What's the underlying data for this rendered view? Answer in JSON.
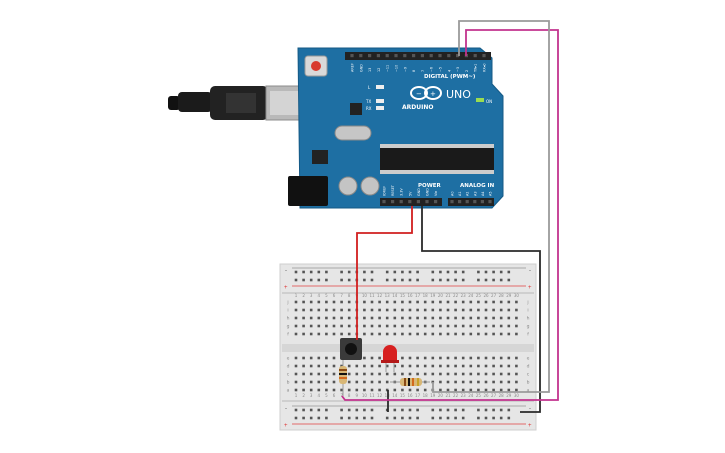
{
  "board": {
    "brand": "ARDUINO",
    "model": "UNO",
    "digital_header": "DIGITAL (PWM~)",
    "power_header": "POWER",
    "analog_header": "ANALOG IN",
    "on_label": "ON",
    "led_l": "L",
    "led_tx": "TX",
    "led_rx": "RX",
    "digital_pins": [
      "AREF",
      "GND",
      "13",
      "12",
      "~11",
      "~10",
      "~9",
      "8",
      "7",
      "~6",
      "~5",
      "4",
      "~3",
      "2",
      "TX▸1",
      "RX◂0"
    ],
    "power_pins": [
      "IOREF",
      "RESET",
      "3.3V",
      "5V",
      "GND",
      "GND",
      "Vin"
    ],
    "analog_pins": [
      "A0",
      "A1",
      "A2",
      "A3",
      "A4",
      "A5"
    ]
  },
  "breadboard": {
    "columns": [
      "1",
      "2",
      "3",
      "4",
      "5",
      "6",
      "7",
      "8",
      "9",
      "10",
      "11",
      "12",
      "13",
      "14",
      "15",
      "16",
      "17",
      "18",
      "19",
      "20",
      "21",
      "22",
      "23",
      "24",
      "25",
      "26",
      "27",
      "28",
      "29",
      "30"
    ],
    "rows_top": [
      "j",
      "i",
      "h",
      "g",
      "f"
    ],
    "rows_bottom": [
      "e",
      "d",
      "c",
      "b",
      "a"
    ],
    "rail_plus": "+",
    "rail_minus": "-"
  },
  "wires": {
    "colors": {
      "red": "#d11f1f",
      "black": "#2a2a2a",
      "magenta": "#c2338e",
      "gray": "#9a9a9a"
    }
  }
}
